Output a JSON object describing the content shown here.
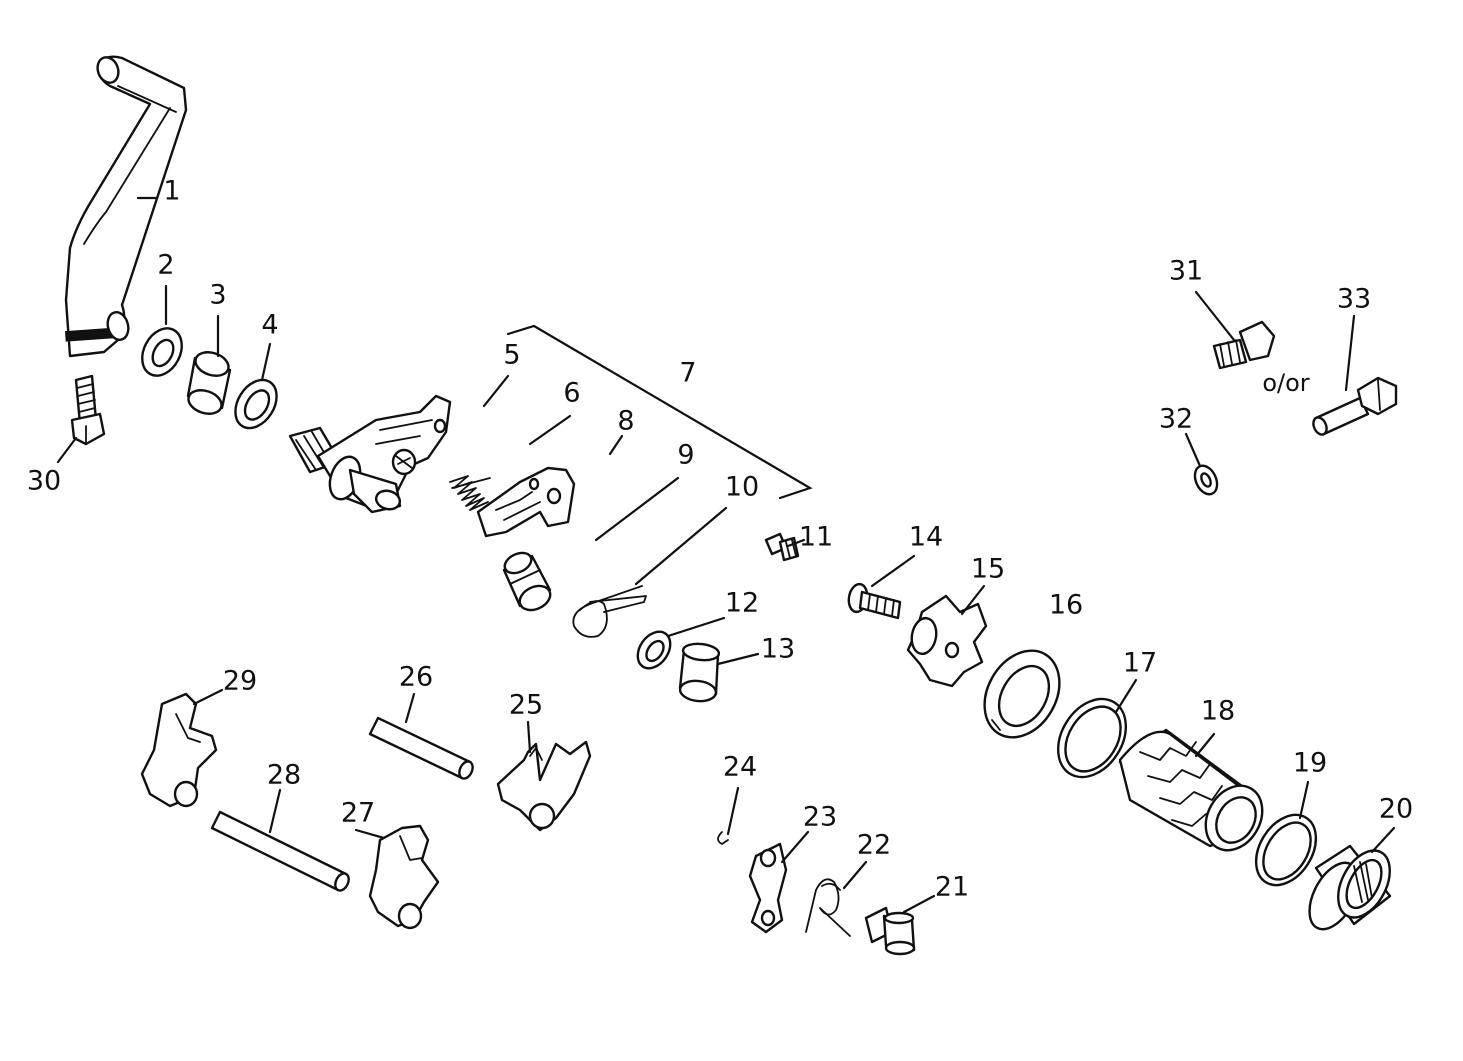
{
  "diagram": {
    "callouts": [
      "1",
      "2",
      "3",
      "4",
      "5",
      "6",
      "7",
      "8",
      "9",
      "10",
      "11",
      "12",
      "13",
      "14",
      "15",
      "16",
      "17",
      "18",
      "19",
      "20",
      "21",
      "22",
      "23",
      "24",
      "25",
      "26",
      "27",
      "28",
      "29",
      "30",
      "31",
      "32",
      "33"
    ],
    "alternative_note": "o/or"
  }
}
